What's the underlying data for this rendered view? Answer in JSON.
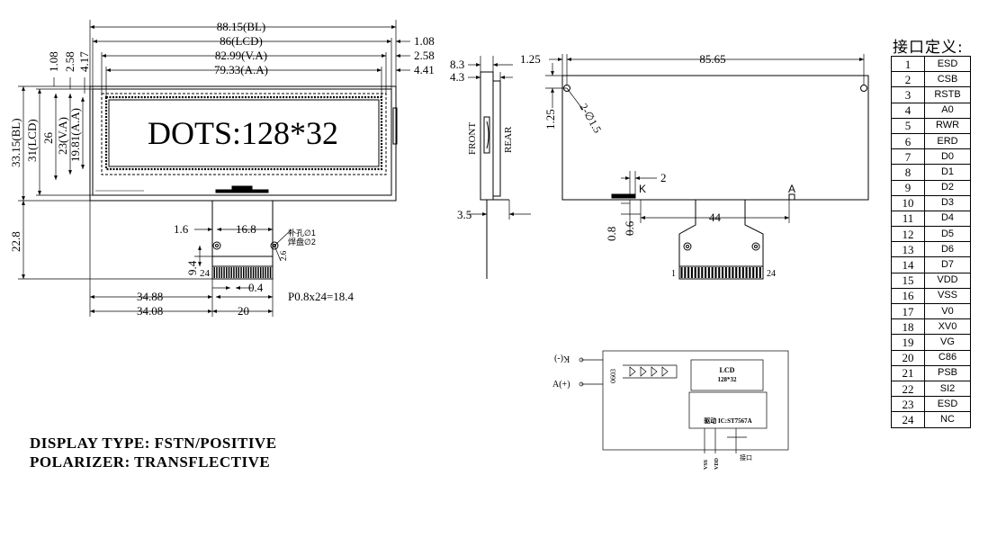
{
  "front_view": {
    "dims_top": [
      "88.15(BL)",
      "86(LCD)",
      "82.99(V.A)",
      "79.33(A.A)"
    ],
    "dims_left_top": [
      "1.08",
      "2.58",
      "4.17"
    ],
    "dims_right": [
      "1.08",
      "2.58",
      "4.41"
    ],
    "dims_left_side": [
      "33.15(BL)",
      "31(LCD)",
      "26",
      "23(V.A)",
      "19.81(A.A)"
    ],
    "dim_fpc_height": "22.8",
    "display_text": "DOTS:128*32",
    "fpc": {
      "dim_a": "1.6",
      "dim_b": "16.8",
      "hole_label_1": "补孔∅1",
      "hole_label_2": "焊盘∅2",
      "dim_c": "2.6",
      "dim_d": "9.4",
      "pin_num": "24",
      "dim_e": "0.4",
      "dim_pitch": "P0.8x24=18.4",
      "dim_f": "34.88",
      "dim_g": "34.08",
      "dim_h": "20"
    }
  },
  "side_view": {
    "dim_top_1": "8.3",
    "dim_top_2": "4.3",
    "dim_bottom": "3.5",
    "label_front": "FRONT",
    "label_rear": "REAR"
  },
  "rear_view": {
    "dim_left_1": "1.25",
    "dim_width": "85.65",
    "dim_left_2": "1.25",
    "dim_hole": "2-∅1.5",
    "dim_k": "2",
    "label_k": "K",
    "label_a": "A",
    "dim_08": "0.8",
    "dim_06": "0.6",
    "dim_44": "44",
    "pin_first": "1",
    "pin_last": "24"
  },
  "circuit": {
    "k_label": "K(-)",
    "a_label": "A(+)",
    "led_text": "0603",
    "lcd_label": "LCD",
    "lcd_size": "128*32",
    "ic_label": "驱动 IC:ST7567A",
    "pin_vss": "VSS",
    "pin_vdd": "VDD",
    "pin_iface": "接口"
  },
  "pin_table": {
    "title": "接口定义:",
    "rows": [
      [
        "1",
        "ESD"
      ],
      [
        "2",
        "CSB"
      ],
      [
        "3",
        "RSTB"
      ],
      [
        "4",
        "A0"
      ],
      [
        "5",
        "RWR"
      ],
      [
        "6",
        "ERD"
      ],
      [
        "7",
        "D0"
      ],
      [
        "8",
        "D1"
      ],
      [
        "9",
        "D2"
      ],
      [
        "10",
        "D3"
      ],
      [
        "11",
        "D4"
      ],
      [
        "12",
        "D5"
      ],
      [
        "13",
        "D6"
      ],
      [
        "14",
        "D7"
      ],
      [
        "15",
        "VDD"
      ],
      [
        "16",
        "VSS"
      ],
      [
        "17",
        "V0"
      ],
      [
        "18",
        "XV0"
      ],
      [
        "19",
        "VG"
      ],
      [
        "20",
        "C86"
      ],
      [
        "21",
        "PSB"
      ],
      [
        "22",
        "SI2"
      ],
      [
        "23",
        "ESD"
      ],
      [
        "24",
        "NC"
      ]
    ]
  },
  "specs": {
    "display_type": "DISPLAY TYPE: FSTN/POSITIVE",
    "polarizer": "POLARIZER: TRANSFLECTIVE"
  }
}
